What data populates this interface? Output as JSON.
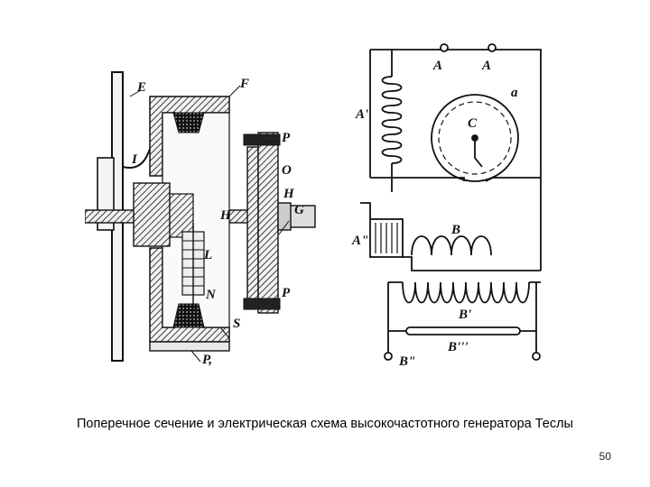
{
  "caption": "Поперечное сечение и электрическая схема высокочастотного генератора Теслы",
  "page_number": "50",
  "cross_section": {
    "labels": {
      "E": "E",
      "F": "F",
      "I": "I",
      "P_top": "P",
      "O": "O",
      "H_outer": "H",
      "G": "G",
      "H_inner": "H",
      "L": "L",
      "N": "N",
      "P_bottom": "P",
      "S": "S",
      "P_base": "P,"
    }
  },
  "circuit": {
    "labels": {
      "A_left": "A",
      "A_right": "A",
      "a": "a",
      "C": "C",
      "A_prime": "A'",
      "A_double_prime": "A\"",
      "B": "B",
      "B_prime": "B'",
      "B_triple_prime": "B'''",
      "B_double_prime": "B\""
    }
  }
}
